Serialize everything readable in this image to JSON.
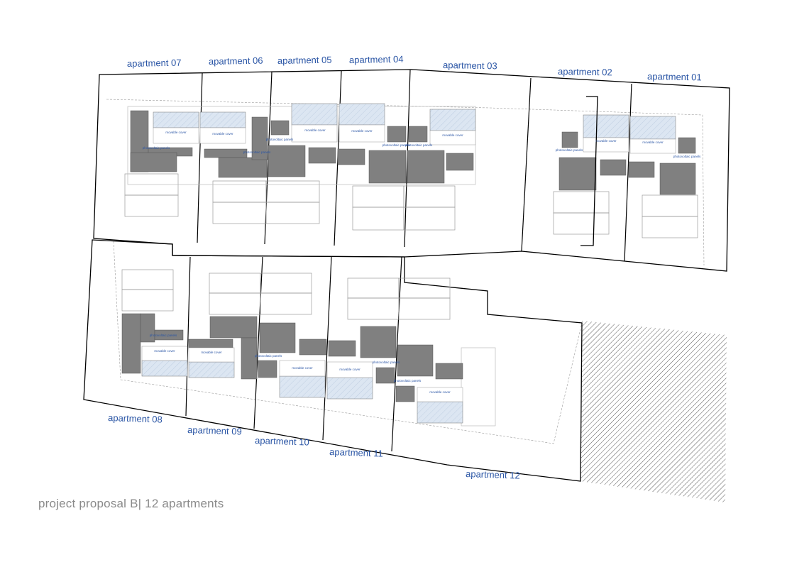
{
  "apartments_top": [
    "apartment 07",
    "apartment 06",
    "apartment 05",
    "apartment 04",
    "apartment 03",
    "apartment 02",
    "apartment 01"
  ],
  "apartments_bottom": [
    "apartment 08",
    "apartment 09",
    "apartment 10",
    "apartment 11",
    "apartment 12"
  ],
  "room_labels": {
    "movable_cover": "movable cover",
    "photovoltaic_panels": "photovoltaic panels"
  },
  "caption": "project proposal B| 12 apartments",
  "colors": {
    "label": "#2a55a5",
    "panel": "#808080",
    "pool": "#d9e3f0",
    "outline": "#000000",
    "caption": "#8a8a8a"
  }
}
